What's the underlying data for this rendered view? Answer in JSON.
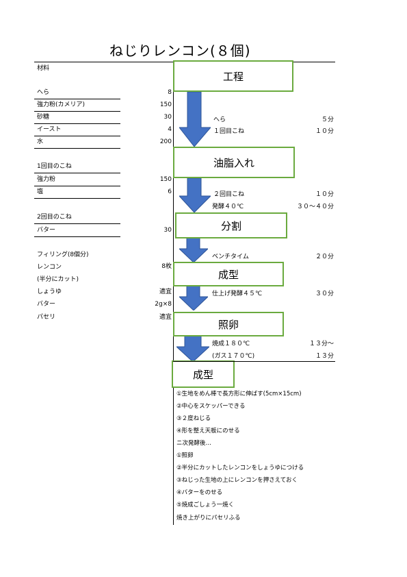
{
  "title": "ねじりレンコン(８個)",
  "ingredients": {
    "header": "材料",
    "groups": [
      {
        "label": "",
        "items": [
          {
            "name": "へら",
            "amount": "8"
          },
          {
            "name": "強力粉(カメリア)",
            "amount": "150"
          },
          {
            "name": "砂糖",
            "amount": "30"
          },
          {
            "name": "イースト",
            "amount": "4"
          },
          {
            "name": "水",
            "amount": "200"
          }
        ]
      },
      {
        "label": "1回目のこね",
        "items": [
          {
            "name": "強力粉",
            "amount": "150"
          },
          {
            "name": "塩",
            "amount": "6"
          }
        ]
      },
      {
        "label": "2回目のこね",
        "items": [
          {
            "name": "バター",
            "amount": "30"
          }
        ]
      },
      {
        "label": "フィリング(8個分)",
        "items": [
          {
            "name": "レンコン",
            "amount": "8枚"
          },
          {
            "name": "(半分にカット)",
            "amount": ""
          },
          {
            "name": "しょうゆ",
            "amount": "適宜"
          },
          {
            "name": "バター",
            "amount": "2g×8"
          },
          {
            "name": "パセリ",
            "amount": "適宜"
          }
        ]
      }
    ]
  },
  "process": {
    "header": "工程",
    "boxes": [
      "油脂入れ",
      "分割",
      "成型",
      "照卵",
      "成型"
    ],
    "notes": [
      {
        "label": "へら",
        "value": "５分"
      },
      {
        "label": "１回目こね",
        "value": "１０分"
      },
      {
        "label": "２回目こね",
        "value": "１０分"
      },
      {
        "label": "発酵４０℃",
        "value": "３０～４０分"
      },
      {
        "label": "ベンチタイム",
        "value": "２０分"
      },
      {
        "label": "仕上げ発酵４５℃",
        "value": "３０分"
      },
      {
        "label": "焼成１８０℃",
        "value": "１３分～"
      },
      {
        "label": "(ガス１７０℃)",
        "value": "１３分"
      }
    ]
  },
  "shaping_steps": [
    "①生地をめん棒で長方形に伸ばす(5cm×15cm)",
    "②中心をスケッパーできる",
    "③２度ねじる",
    "④形を整え天板にのせる",
    "ニ次発酵後…",
    "①照卵",
    "②半分にカットしたレンコンをしょうゆにつける",
    "③ねじった生地の上にレンコンを押さえておく",
    "④バターをのせる",
    "⑤焼成ごしょう一焼く",
    "焼き上がりにパセリふる"
  ],
  "colors": {
    "box_border": "#6aaa3e",
    "arrow": "#4472c4"
  }
}
